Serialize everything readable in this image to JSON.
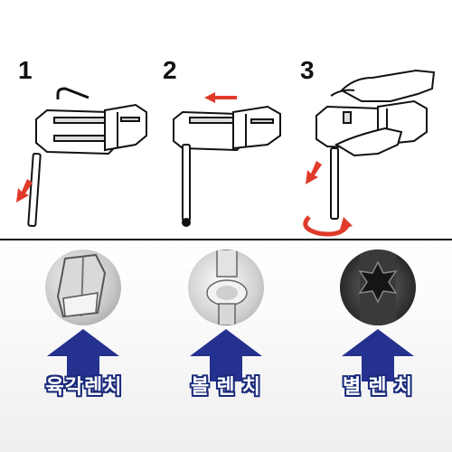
{
  "steps": [
    {
      "number": "1"
    },
    {
      "number": "2"
    },
    {
      "number": "3"
    }
  ],
  "wrench_types": [
    {
      "label": "육각렌치",
      "icon": "hex-key-tip-icon"
    },
    {
      "label": "볼 렌 치",
      "icon": "ball-end-tip-icon"
    },
    {
      "label": "별 렌 치",
      "icon": "star-torx-tip-icon"
    }
  ],
  "colors": {
    "arrow_red": "#e03a2a",
    "arrow_blue": "#24318f",
    "label_outline": "#1a2a7a",
    "divider": "#111111"
  }
}
